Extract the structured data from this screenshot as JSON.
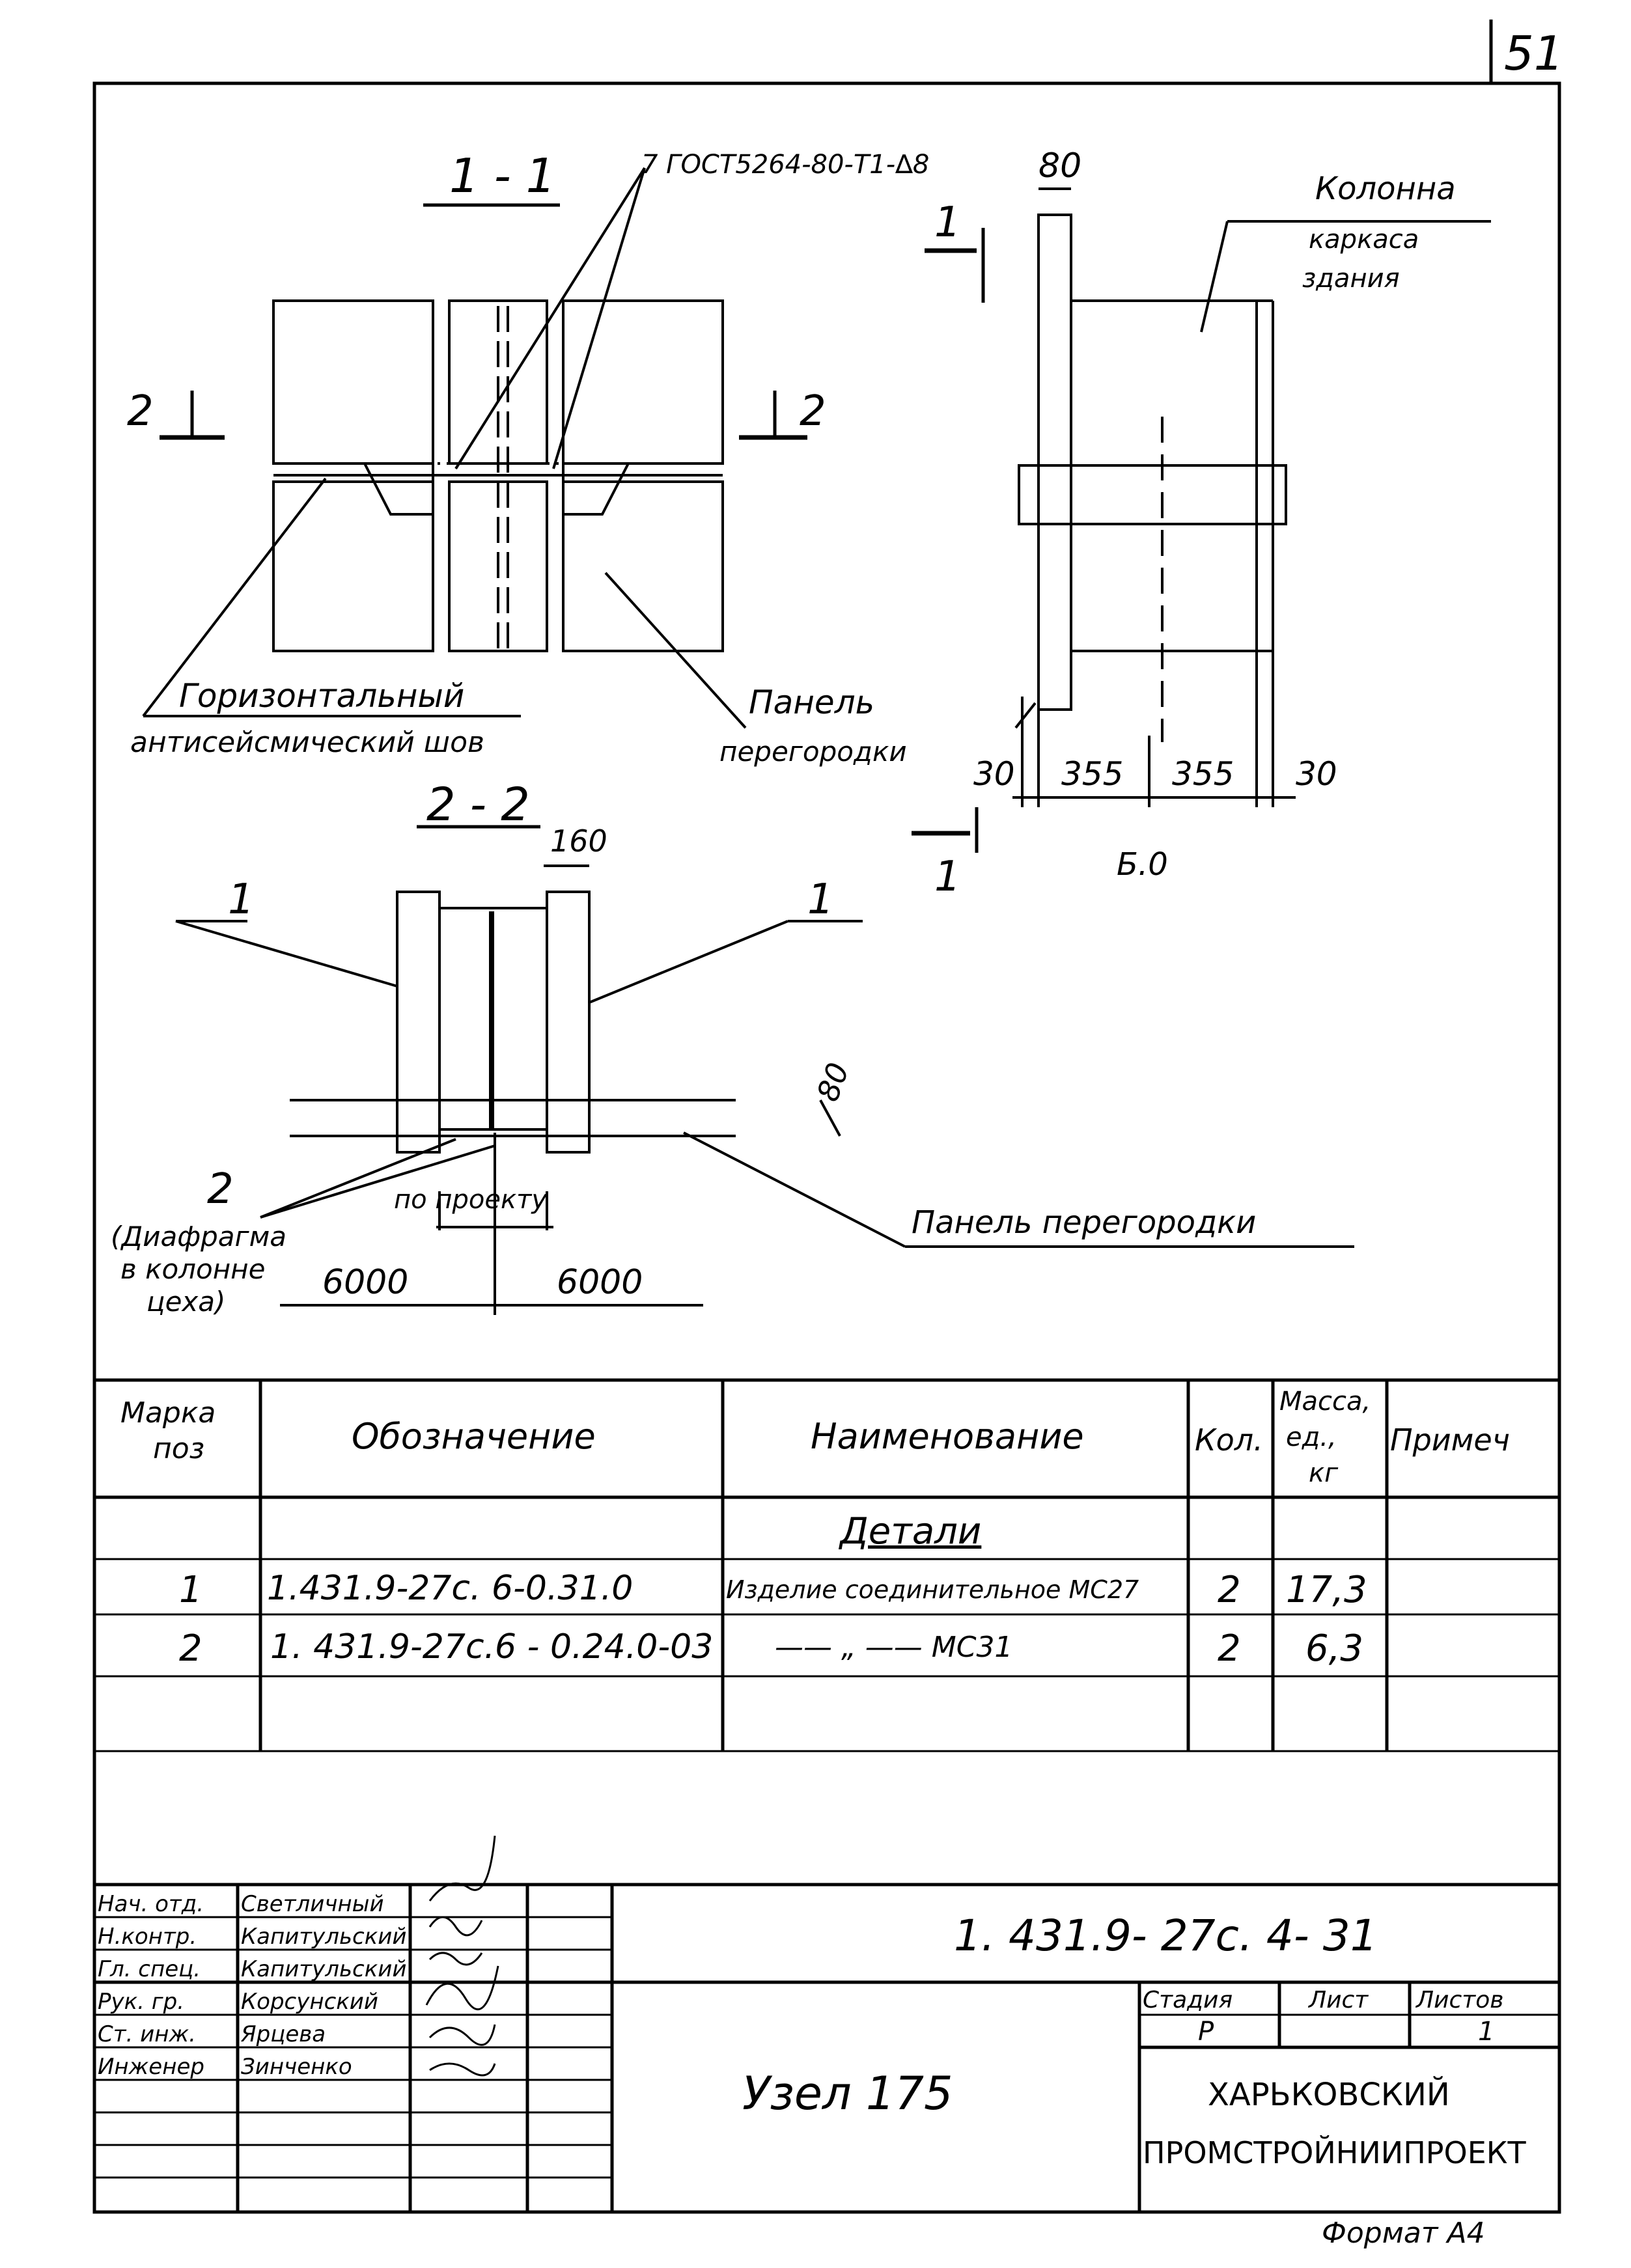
{
  "sheet_number": "51",
  "format_label": "Формат А4",
  "drawing": {
    "section_1_1": "1 - 1",
    "section_2_2": "2 - 2",
    "weld_note": "7 ГОСТ5264-80-Т1-∆8",
    "cut_marker_2": "2",
    "cut_marker_1": "1",
    "label_horizontal_seam_l1": "Горизонтальный",
    "label_horizontal_seam_l2": "антисейсмический шов",
    "label_panel_l1": "Панель",
    "label_panel_l2": "перегородки",
    "label_column_l1": "Колонна",
    "label_column_l2": "каркаса",
    "label_column_l3": "здания",
    "dim_80_top": "80",
    "dim_30_left": "30",
    "dim_355_a": "355",
    "dim_355_b": "355",
    "dim_30_right": "30",
    "axis_b0": "Б.0",
    "dim_160": "160",
    "dim_80_side": "80",
    "pos_1_left": "1",
    "pos_1_right": "1",
    "pos_2": "2",
    "diaphragm_l1": "(Диафрагма",
    "diaphragm_l2": "в колонне",
    "diaphragm_l3": "цеха)",
    "by_project": "по проекту",
    "dim_6000_left": "6000",
    "dim_6000_right": "6000",
    "label_partition_panel": "Панель перегородки"
  },
  "spec_table": {
    "headers": {
      "mark_l1": "Марка",
      "mark_l2": "поз",
      "designation": "Обозначение",
      "name": "Наименование",
      "qty": "Кол.",
      "mass_l1": "Масса,",
      "mass_l2": "ед.,",
      "mass_l3": "кг",
      "note": "Примеч"
    },
    "group_title": "Детали",
    "rows": [
      {
        "pos": "1",
        "designation": "1.431.9-27с. 6-0.31.0",
        "name": "Изделие соединительное МС27",
        "qty": "2",
        "mass": "17,3",
        "note": ""
      },
      {
        "pos": "2",
        "designation": "1. 431.9-27с.6 - 0.24.0-03",
        "name": "——  „  ——     МС31",
        "qty": "2",
        "mass": "6,3",
        "note": ""
      }
    ]
  },
  "title_block": {
    "signatories": [
      {
        "role": "Нач. отд.",
        "name": "Светличный"
      },
      {
        "role": "Н.контр.",
        "name": "Капитульский"
      },
      {
        "role": "Гл. спец.",
        "name": "Капитульский"
      },
      {
        "role": "Рук. гр.",
        "name": "Корсунский"
      },
      {
        "role": "Ст. инж.",
        "name": "Ярцева"
      },
      {
        "role": "Инженер",
        "name": "Зинченко"
      }
    ],
    "document_code": "1. 431.9- 27с. 4- 31",
    "title": "Узел 175",
    "stage_label": "Стадия",
    "sheet_label": "Лист",
    "sheets_label": "Листов",
    "stage_value": "Р",
    "sheet_value": "",
    "sheets_value": "1",
    "organization_l1": "ХАРЬКОВСКИЙ",
    "organization_l2": "ПРОМСТРОЙНИИПРОЕКТ"
  }
}
